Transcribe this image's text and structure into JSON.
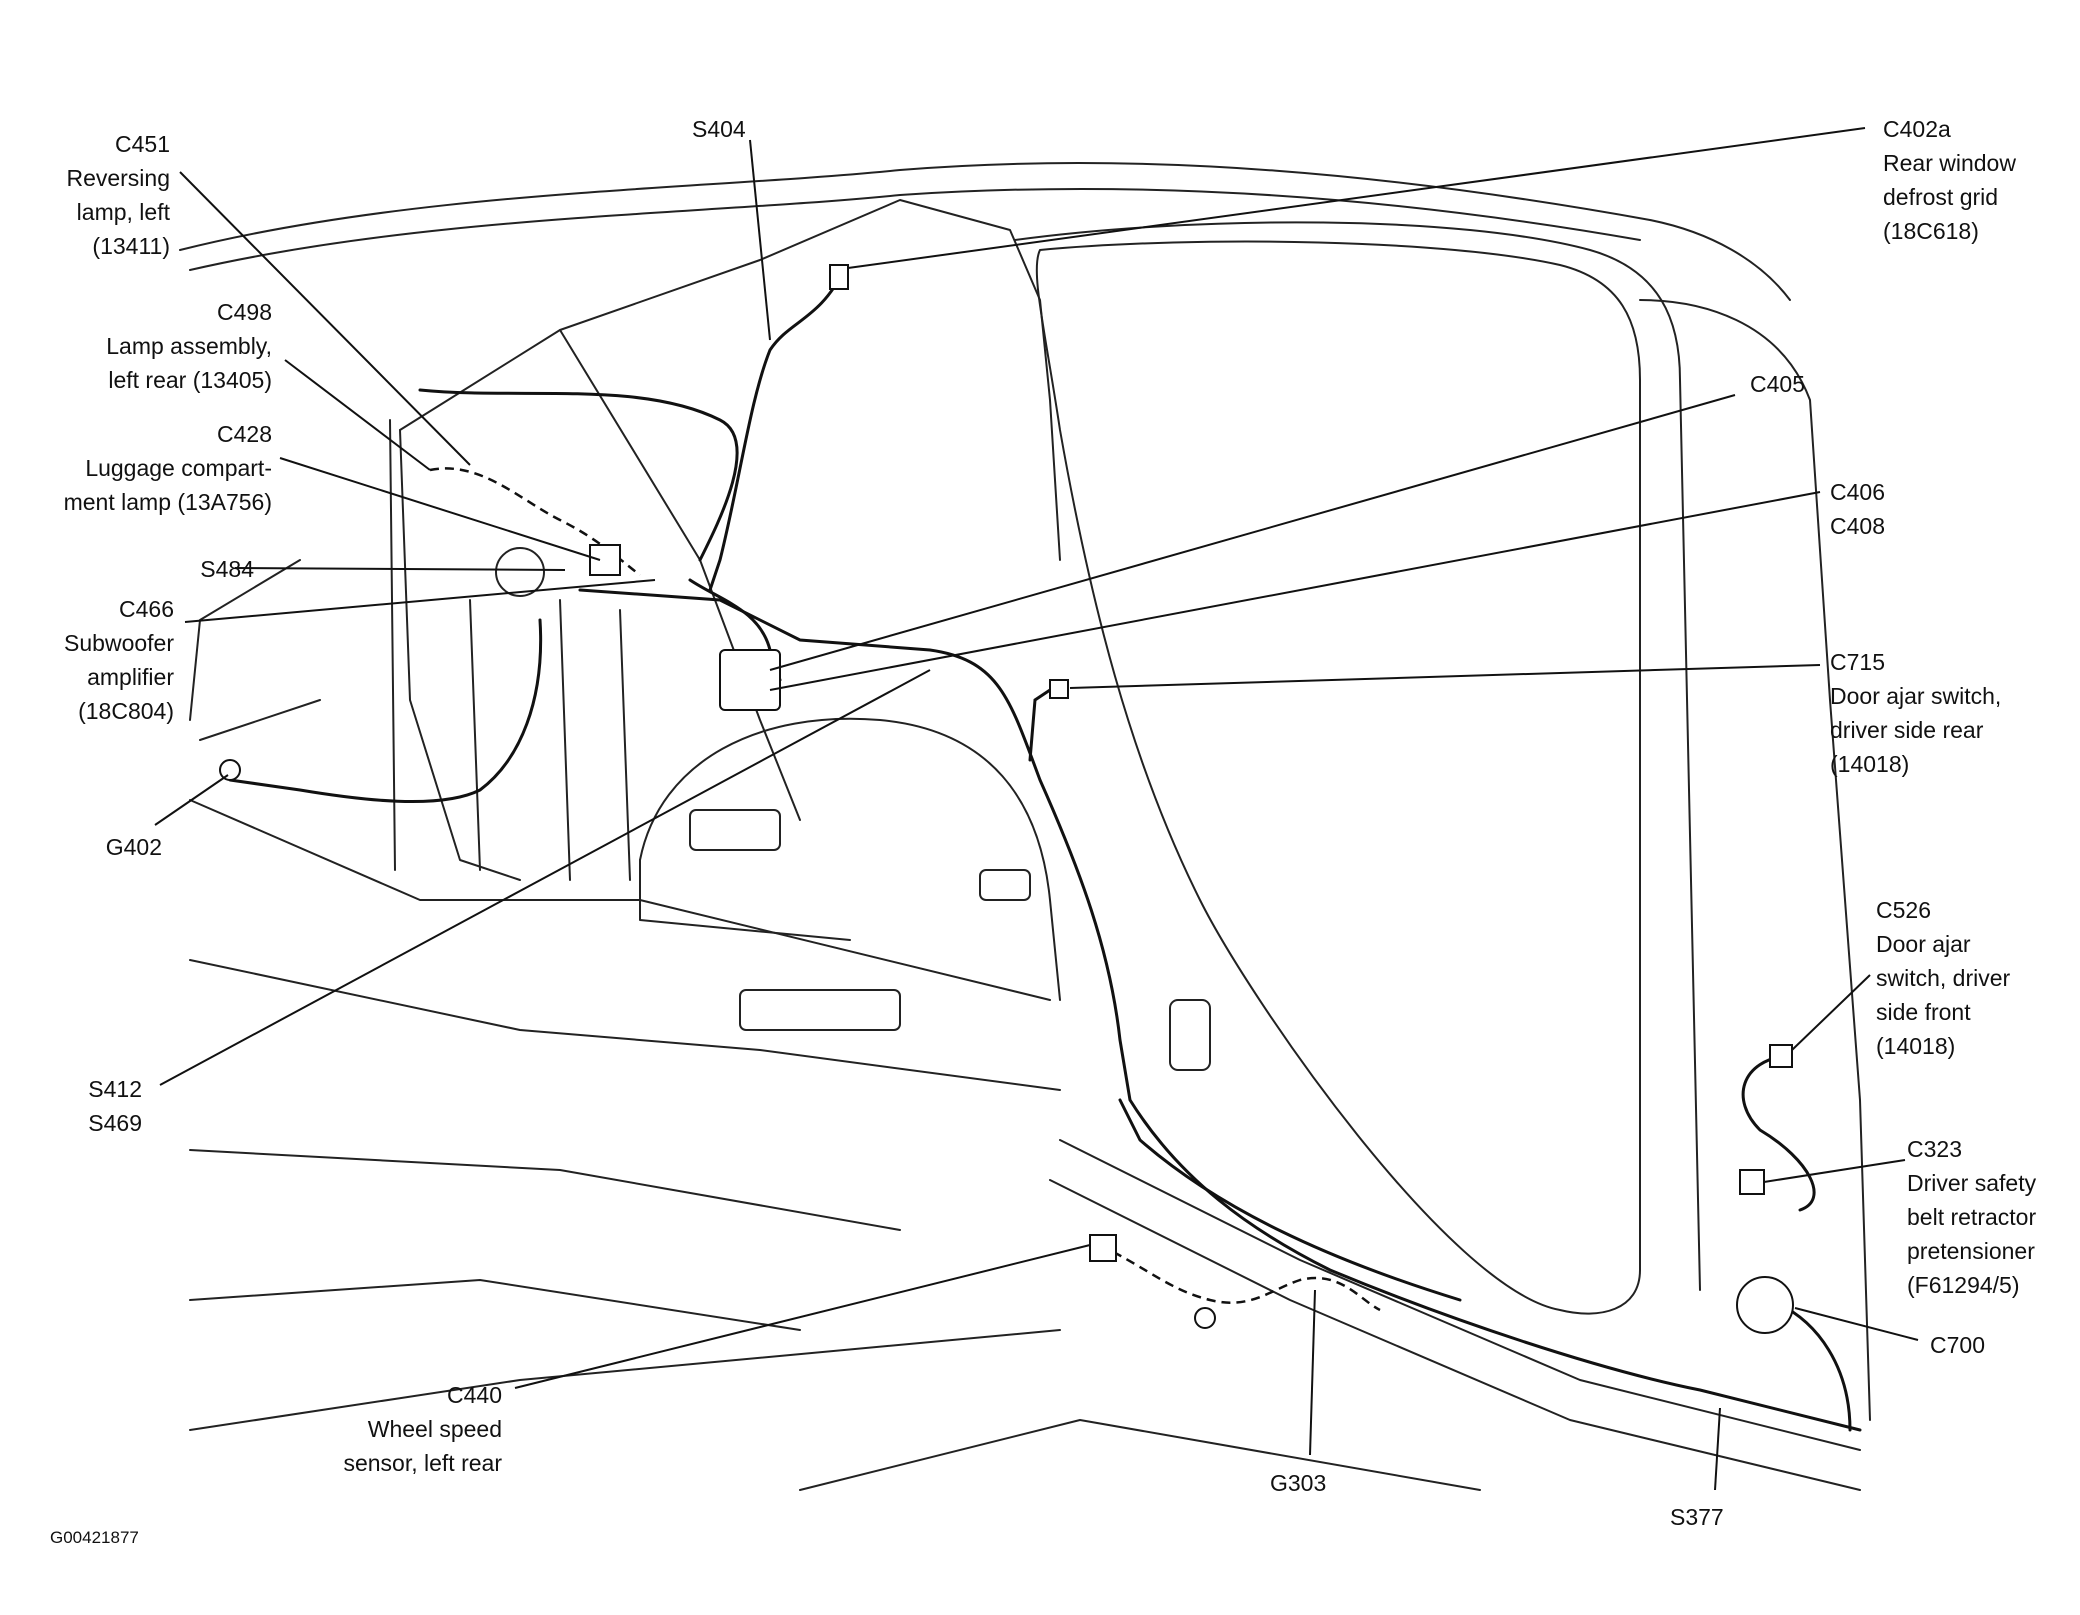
{
  "figure_id": "G00421877",
  "callouts": {
    "c451": [
      "C451",
      "Reversing",
      "lamp, left",
      "(13411)"
    ],
    "c498": [
      "C498",
      "Lamp assembly,",
      "left rear (13405)"
    ],
    "c428": [
      "C428",
      "Luggage compart-",
      "ment lamp (13A756)"
    ],
    "s484": [
      "S484"
    ],
    "c466": [
      "C466",
      "Subwoofer",
      "amplifier",
      "(18C804)"
    ],
    "g402": [
      "G402"
    ],
    "s412": [
      "S412",
      "S469"
    ],
    "s404": [
      "S404"
    ],
    "c402a": [
      "C402a",
      "Rear window",
      "defrost grid",
      "(18C618)"
    ],
    "c405": [
      "C405"
    ],
    "c406": [
      "C406",
      "C408"
    ],
    "c715": [
      "C715",
      "Door ajar switch,",
      "driver side rear",
      "(14018)"
    ],
    "c526": [
      "C526",
      "Door ajar",
      "switch, driver",
      "side front",
      "(14018)"
    ],
    "c323": [
      "C323",
      "Driver safety",
      "belt retractor",
      "pretensioner",
      "(F61294/5)"
    ],
    "c700": [
      "C700"
    ],
    "c440": [
      "C440",
      "Wheel speed",
      "sensor, left rear"
    ],
    "g303": [
      "G303"
    ],
    "s377": [
      "S377"
    ]
  }
}
